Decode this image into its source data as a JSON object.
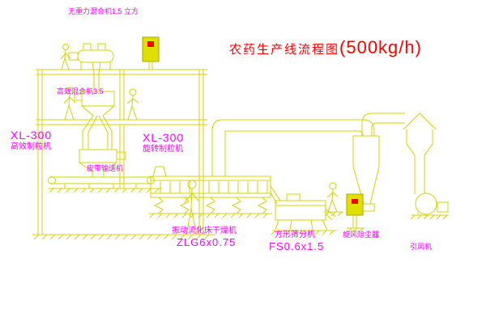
{
  "title": {
    "text": "农药生产线流程图",
    "capacity": "(500kg/h)"
  },
  "labels": {
    "top_mixer": "无重力混合机1.5 立方",
    "second_mixer": "高效混合机3.5",
    "granulator_left": {
      "model": "XL-300",
      "name": "高效制粒机"
    },
    "granulator_mid": {
      "model": "XL-300",
      "name": "旋转制粒机"
    },
    "belt_conveyor": "皮带输送机",
    "dryer": {
      "name": "振动流化床干燥机",
      "model": "ZLG6x0.75"
    },
    "sieve": {
      "name": "方形筛分机",
      "model": "FS0.6x1.5"
    },
    "cyclone": "旋风除尘器",
    "fan": "引风机"
  },
  "colors": {
    "line_yellow": "#d4d400",
    "label_magenta": "#ff00ff",
    "title_red": "#ff0000",
    "panel_indicator_red": "#ff0000",
    "background": "#ffffff"
  }
}
